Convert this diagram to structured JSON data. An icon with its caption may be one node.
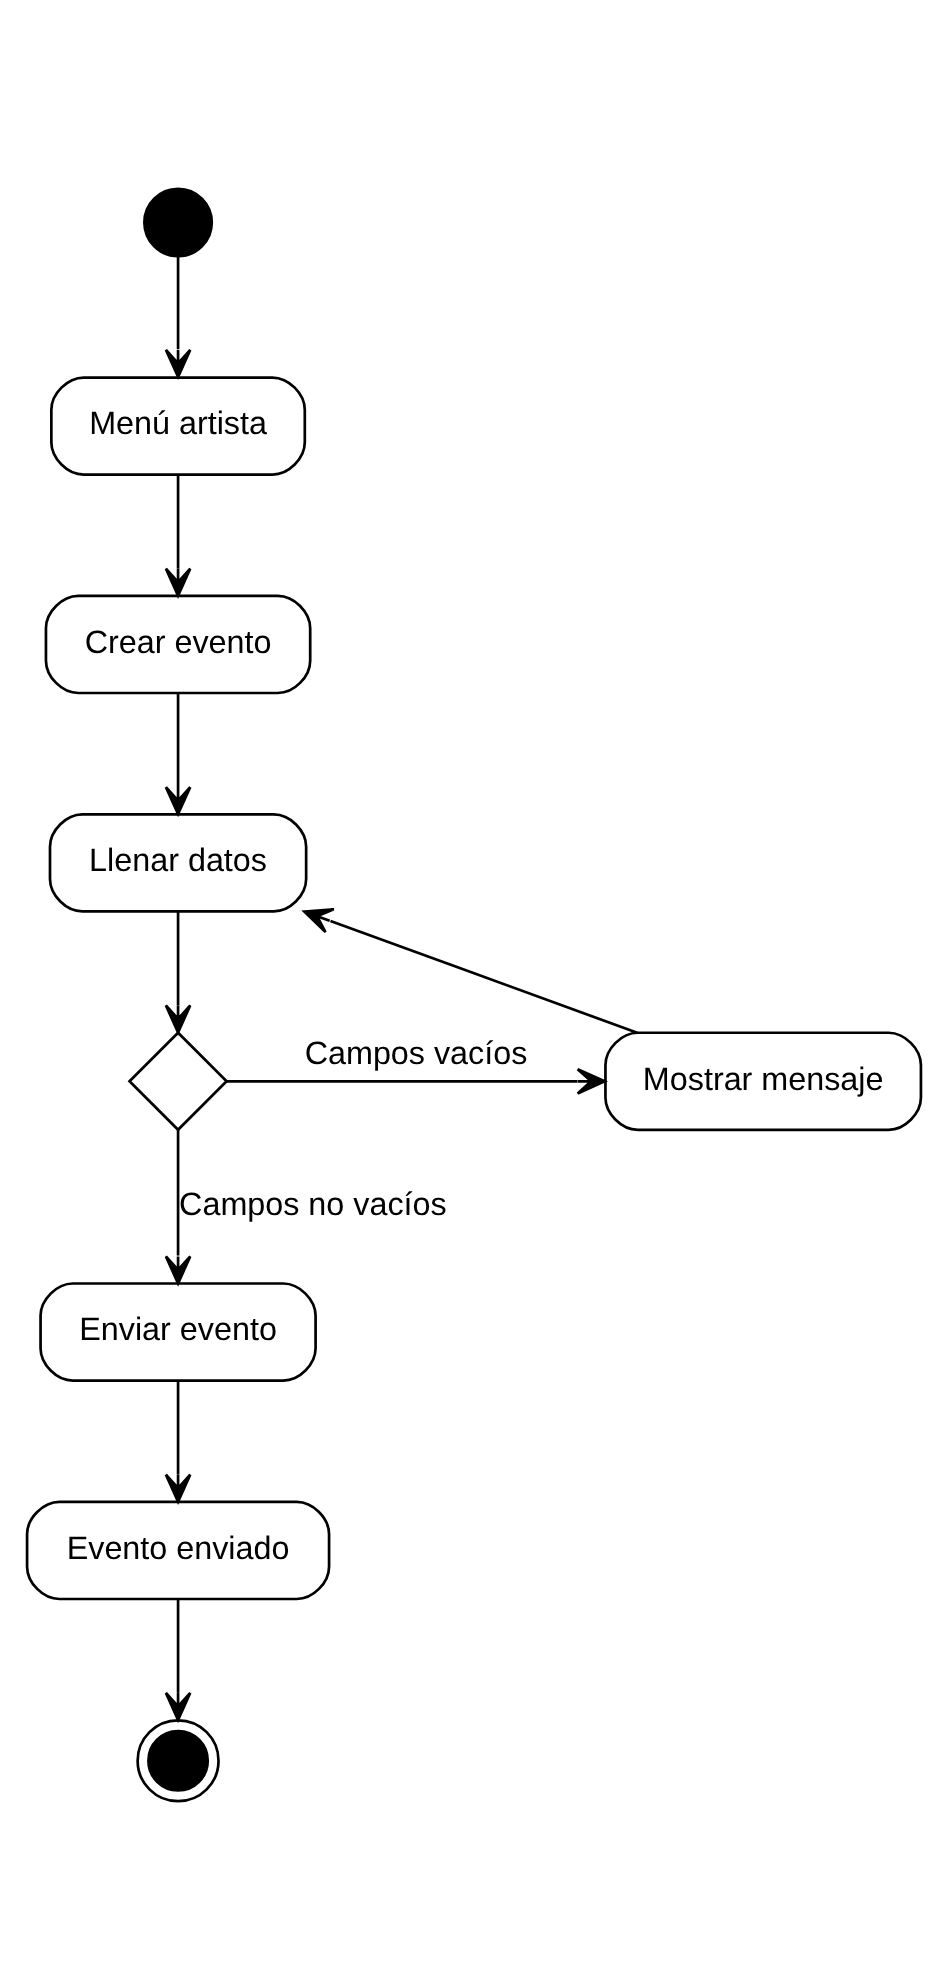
{
  "diagram": {
    "nodes": [
      {
        "text": [],
        "shape": "circle"
      },
      {
        "text": [
          "Menú artista"
        ]
      },
      {
        "text": [
          "Crear evento"
        ]
      },
      {
        "text": [
          "Llenar datos"
        ]
      },
      {
        "text": [],
        "shape": "diamond"
      },
      {
        "text": [
          "Mostrar mensaje"
        ]
      },
      {
        "text": [
          "Enviar evento"
        ]
      },
      {
        "text": [
          "Evento enviado"
        ]
      },
      {
        "text": [],
        "shape": "bullseye"
      }
    ],
    "edges": [
      {
        "from": 0,
        "to": 1,
        "arrow": "to"
      },
      {
        "from": 1,
        "to": 2,
        "arrow": "to"
      },
      {
        "from": 2,
        "to": 3,
        "arrow": "to"
      },
      {
        "from": 3,
        "to": 4,
        "arrow": "to"
      },
      {
        "from": 4,
        "to": 5,
        "arrow": "to",
        "label": "Campos vacíos"
      },
      {
        "from": 5,
        "to": 3,
        "arrow": "to"
      },
      {
        "from": 4,
        "to": 6,
        "arrow": "to",
        "label": "Campos no vacíos"
      },
      {
        "from": 6,
        "to": 7,
        "arrow": "to"
      },
      {
        "from": 7,
        "to": 8,
        "arrow": "to"
      }
    ]
  }
}
